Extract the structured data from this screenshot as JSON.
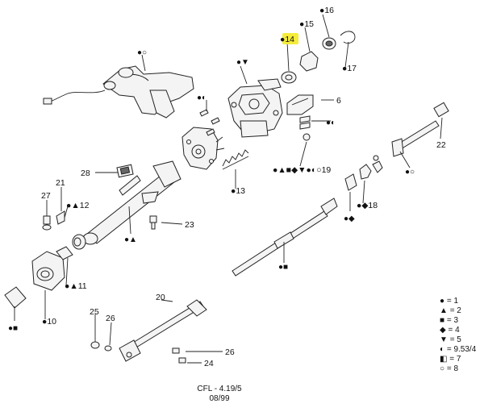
{
  "callouts": [
    {
      "id": "c16",
      "marks": "●",
      "number": "16"
    },
    {
      "id": "c15",
      "marks": "●",
      "number": "15"
    },
    {
      "id": "c14",
      "marks": "●",
      "number": "14",
      "highlight": true
    },
    {
      "id": "c17",
      "marks": "●",
      "number": "17"
    },
    {
      "id": "c6",
      "marks": "",
      "number": "6"
    },
    {
      "id": "c28",
      "marks": "",
      "number": "28"
    },
    {
      "id": "c21",
      "marks": "",
      "number": "21"
    },
    {
      "id": "c27",
      "marks": "",
      "number": "27"
    },
    {
      "id": "c12",
      "marks": "●▲",
      "number": "12"
    },
    {
      "id": "c11",
      "marks": "●▲",
      "number": "11"
    },
    {
      "id": "c10",
      "marks": "●",
      "number": "10"
    },
    {
      "id": "c13",
      "marks": "●",
      "number": "13"
    },
    {
      "id": "c19",
      "marks": "●▲■◆▼●◐○",
      "number": "19"
    },
    {
      "id": "c18",
      "marks": "●◆",
      "number": "18"
    },
    {
      "id": "c22",
      "marks": "",
      "number": "22"
    },
    {
      "id": "c23",
      "marks": "",
      "number": "23"
    },
    {
      "id": "c20",
      "marks": "",
      "number": "20"
    },
    {
      "id": "c25",
      "marks": "",
      "number": "25"
    },
    {
      "id": "c26a",
      "marks": "",
      "number": "26"
    },
    {
      "id": "c26b",
      "marks": "",
      "number": "26"
    },
    {
      "id": "c24",
      "marks": "",
      "number": "24"
    }
  ],
  "symbol_tags": [
    {
      "id": "s-bracket",
      "text": "●○"
    },
    {
      "id": "s-housing",
      "text": "●▼"
    },
    {
      "id": "s-flange",
      "text": "●◐"
    },
    {
      "id": "s-pins",
      "text": "●◐"
    },
    {
      "id": "s-shaft22",
      "text": "●○"
    },
    {
      "id": "s-clip",
      "text": "●◆"
    },
    {
      "id": "s-tube",
      "text": "●▲"
    },
    {
      "id": "s-lowshaft",
      "text": "●■"
    },
    {
      "id": "s-sleeve",
      "text": "●■"
    }
  ],
  "legend": [
    {
      "symbol": "●",
      "text": "= 1"
    },
    {
      "symbol": "▲",
      "text": "= 2"
    },
    {
      "symbol": "■",
      "text": "= 3"
    },
    {
      "symbol": "◆",
      "text": "= 4"
    },
    {
      "symbol": "▼",
      "text": "= 5"
    },
    {
      "symbol": "◐",
      "text": "= 9.53/4"
    },
    {
      "symbol": "◧",
      "text": "= 7"
    },
    {
      "symbol": "○",
      "text": "= 8"
    }
  ],
  "footer": {
    "code": "CFL - 4.19/5",
    "date": "08/99"
  },
  "colors": {
    "highlight": "#f5ec3a",
    "line": "#222222"
  }
}
